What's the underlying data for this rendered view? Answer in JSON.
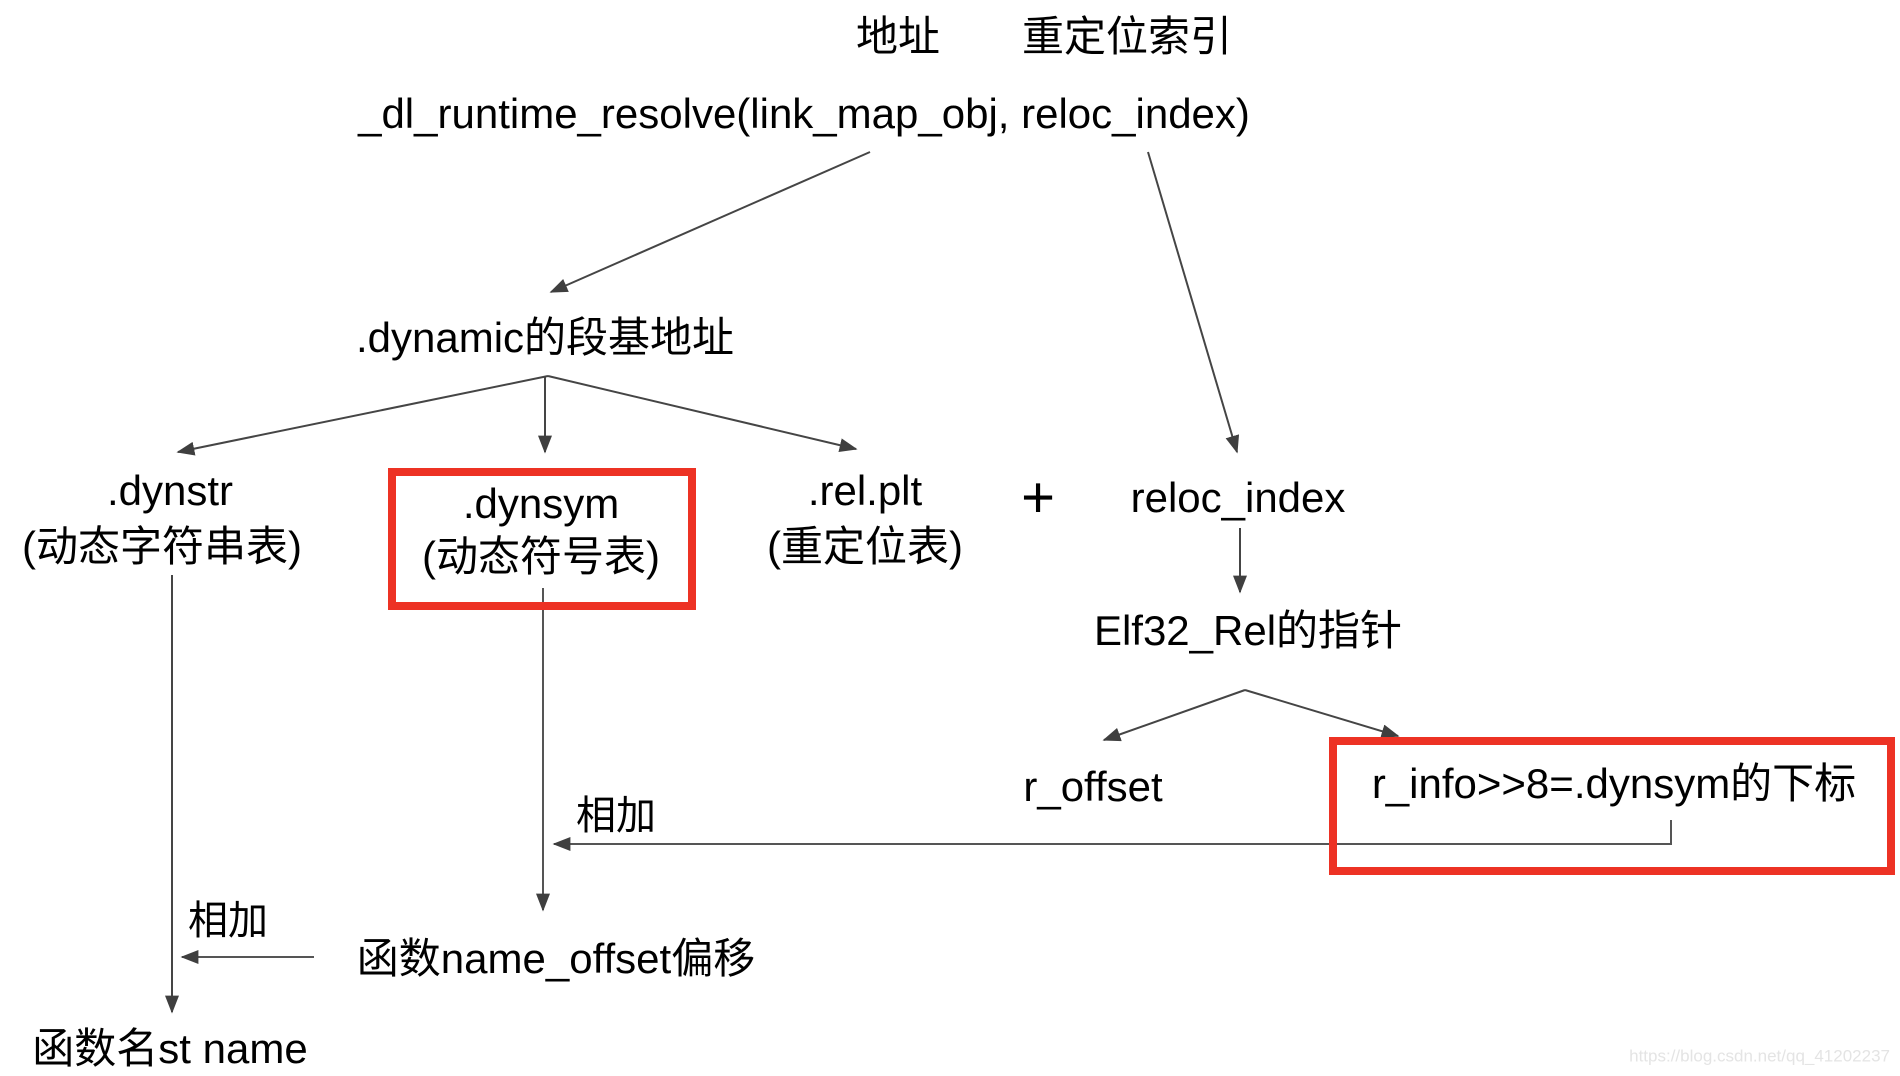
{
  "diagram": {
    "title_row": {
      "address_label": "地址",
      "reloc_index_label": "重定位索引"
    },
    "signature": "_dl_runtime_resolve(link_map_obj, reloc_index)",
    "dynamic_base": ".dynamic的段基地址",
    "sections": {
      "dynstr": {
        "name": ".dynstr",
        "desc": "(动态字符串表)"
      },
      "dynsym": {
        "name": ".dynsym",
        "desc": "(动态符号表)"
      },
      "relplt": {
        "name": ".rel.plt",
        "desc": "(重定位表)"
      }
    },
    "plus_sign": "+",
    "reloc_index": "reloc_index",
    "elf32_rel_pointer": "Elf32_Rel的指针",
    "rel_fields": {
      "r_offset": "r_offset",
      "r_info_formula": "r_info>>8=.dynsym的下标"
    },
    "add_label_right": "相加",
    "add_label_left": "相加",
    "name_offset_result": "函数name_offset偏移",
    "func_name_result": "函数名st name",
    "watermark": "https://blog.csdn.net/qq_41202237",
    "colors": {
      "highlight_red": "#ed3224",
      "line_gray": "#454545",
      "text_black": "#000000",
      "watermark_gray": "#e4e4e4"
    }
  }
}
